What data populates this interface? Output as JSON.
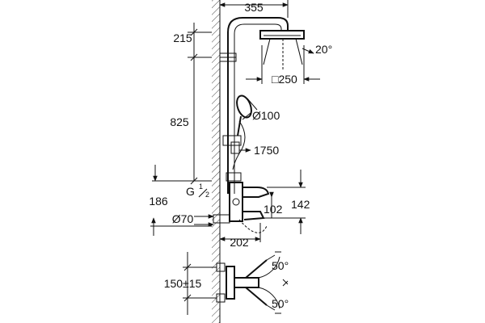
{
  "dimensions": {
    "width_top": "355",
    "h_head": "215",
    "h_rail": "825",
    "h_thread": "G",
    "thread_num": "1",
    "thread_den": "2",
    "h_outlet": "186",
    "diam_flange": "Ø70",
    "head_angle": "20°",
    "head_size": "□250",
    "hand_diam": "Ø100",
    "hose_len": "1750",
    "spout_a": "102",
    "spout_b": "142",
    "spout_reach": "202",
    "centers": "150±15",
    "angle_top": "50°",
    "angle_bottom": "50°"
  }
}
